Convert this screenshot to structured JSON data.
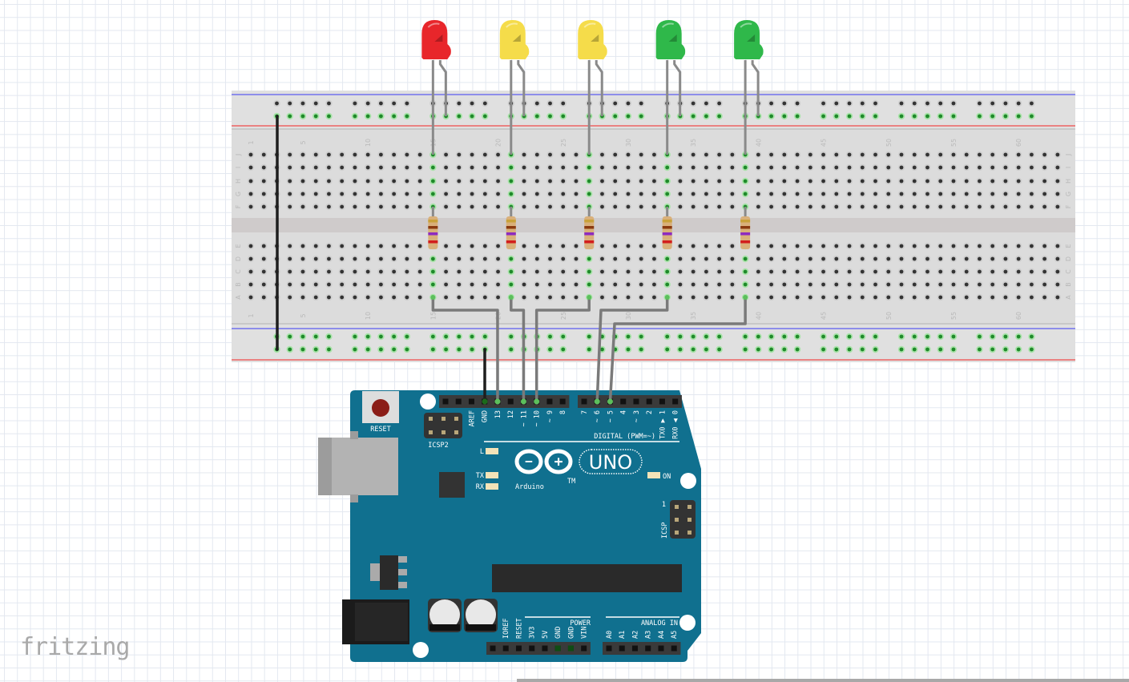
{
  "breadboard": {
    "column_labels": [
      "1",
      "5",
      "10",
      "15",
      "20",
      "25",
      "30",
      "35",
      "40",
      "45",
      "50",
      "55",
      "60"
    ],
    "row_labels_top": [
      "J",
      "I",
      "H",
      "G",
      "F"
    ],
    "row_labels_bottom": [
      "E",
      "D",
      "C",
      "B",
      "A"
    ]
  },
  "leds": [
    {
      "color": "red",
      "fill": "#e8262b",
      "column": 15
    },
    {
      "color": "yellow",
      "fill": "#f5dc4a",
      "column": 21
    },
    {
      "color": "yellow",
      "fill": "#f5dc4a",
      "column": 27
    },
    {
      "color": "green",
      "fill": "#2fb84a",
      "column": 33
    },
    {
      "color": "green",
      "fill": "#2fb84a",
      "column": 39
    }
  ],
  "wires": [
    {
      "from_column": 15,
      "to_pin": "13"
    },
    {
      "from_column": 21,
      "to_pin": "11"
    },
    {
      "from_column": 27,
      "to_pin": "10"
    },
    {
      "from_column": 33,
      "to_pin": "6"
    },
    {
      "from_column": 39,
      "to_pin": "5"
    }
  ],
  "arduino": {
    "board_color": "#10708f",
    "reset_label": "RESET",
    "icsp2_label": "ICSP2",
    "icsp_label": "ICSP",
    "icsp_pin1": "1",
    "digital_label": "DIGITAL (PWM=~)",
    "digital_pins_left": [
      "",
      "",
      "AREF",
      "GND",
      "13",
      "12",
      "~ 11",
      "~ 10",
      "~ 9",
      "8"
    ],
    "digital_pins_right": [
      "7",
      "~ 6",
      "~ 5",
      "4",
      "~ 3",
      "2",
      "TX0 ▶ 1",
      "RX0 ◀ 0"
    ],
    "led_l": "L",
    "led_tx": "TX",
    "led_rx": "RX",
    "led_on": "ON",
    "brand": "Arduino",
    "trademark": "TM",
    "model": "UNO",
    "power_label": "POWER",
    "power_pins": [
      "",
      "IOREF",
      "RESET",
      "3V3",
      "5V",
      "GND",
      "GND",
      "VIN"
    ],
    "analog_label": "ANALOG IN",
    "analog_pins": [
      "A0",
      "A1",
      "A2",
      "A3",
      "A4",
      "A5"
    ]
  },
  "logo": "fritzing"
}
